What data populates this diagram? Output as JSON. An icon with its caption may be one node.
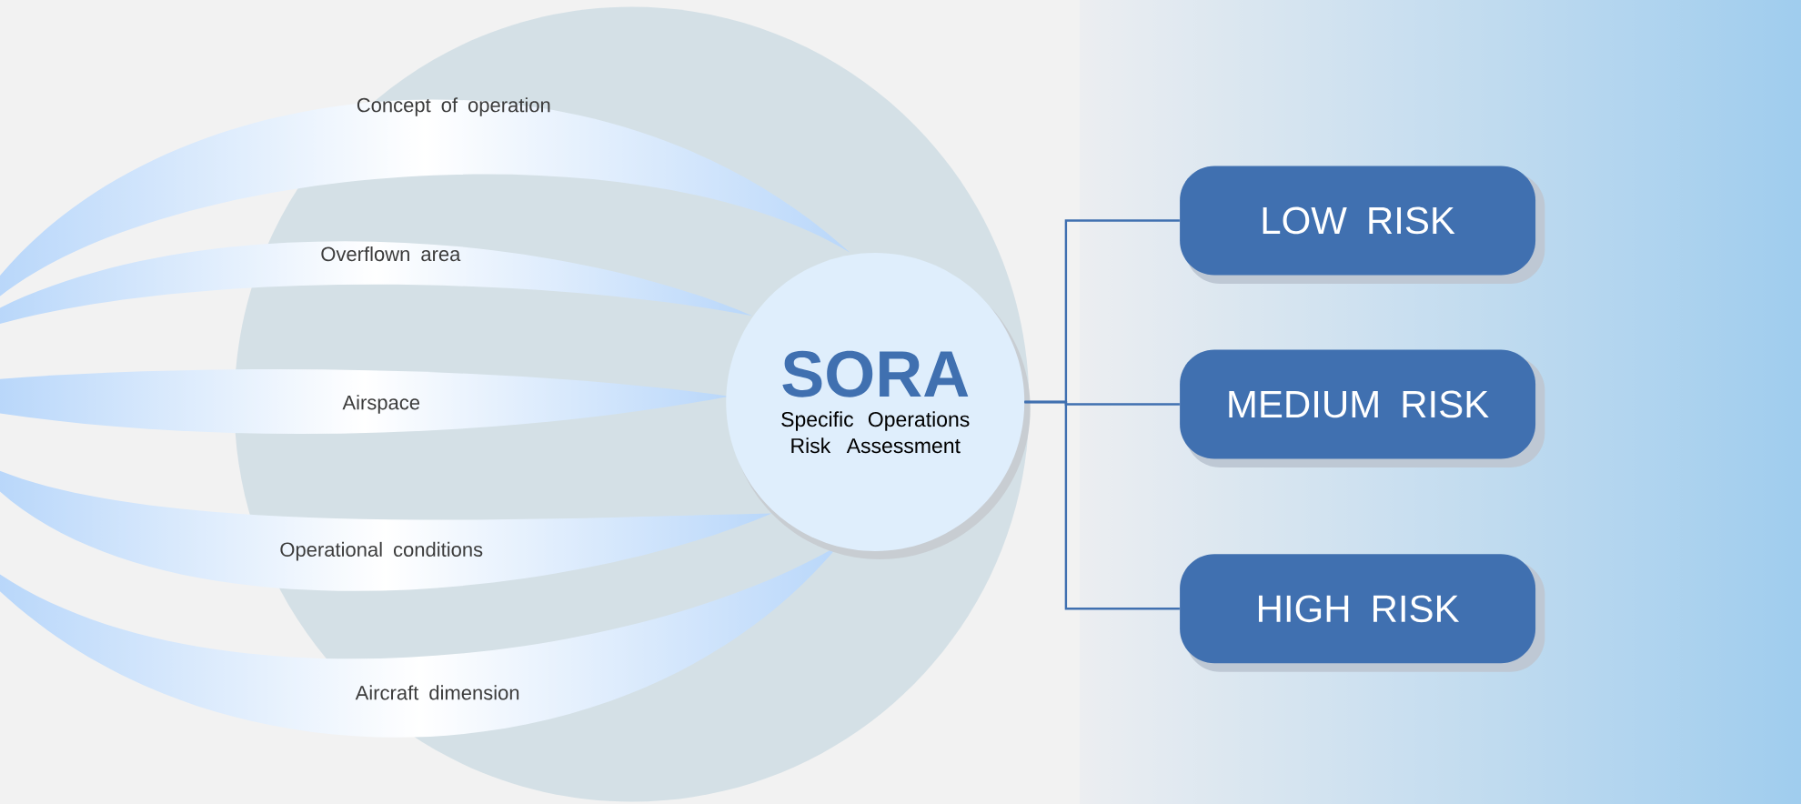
{
  "diagram": {
    "nodes": [
      {
        "text": [
          "Concept of operation"
        ]
      },
      {
        "text": [
          "Overflown area"
        ]
      },
      {
        "text": [
          "Airspace"
        ]
      },
      {
        "text": [
          "Operational conditions"
        ]
      },
      {
        "text": [
          "Aircraft dimension"
        ]
      },
      {
        "text": [
          "SORA",
          "Specific Operations Risk Assessment"
        ]
      },
      {
        "text": [
          "LOW RISK"
        ]
      },
      {
        "text": [
          "MEDIUM RISK"
        ]
      },
      {
        "text": [
          "HIGH RISK"
        ]
      }
    ],
    "edges": [
      {
        "from": 5,
        "to": 6,
        "arrow": "none"
      },
      {
        "from": 5,
        "to": 7,
        "arrow": "none"
      },
      {
        "from": 5,
        "to": 8,
        "arrow": "none"
      }
    ]
  }
}
